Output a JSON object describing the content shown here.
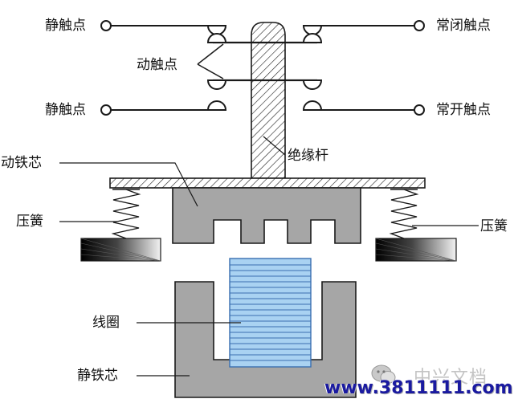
{
  "labels": {
    "static_contact_top": "静触点",
    "static_contact_bottom": "静触点",
    "moving_contact": "动触点",
    "nc_contact": "常闭触点",
    "no_contact": "常开触点",
    "insulating_rod": "绝缘杆",
    "moving_core": "动铁芯",
    "spring_left": "压簧",
    "spring_right": "压簧",
    "coil": "线圈",
    "static_core": "静铁芯"
  },
  "watermark": {
    "brand": "中兴文档",
    "url": "www.3811111.com"
  },
  "colors": {
    "line": "#1a1a1a",
    "core_fill": "#a6a6a6",
    "coil_fill": "#a9d2f2",
    "coil_line": "#3a6fb0",
    "watermark_text": "#1a1aa0",
    "watermark_shadow": "#b0b0b0"
  }
}
